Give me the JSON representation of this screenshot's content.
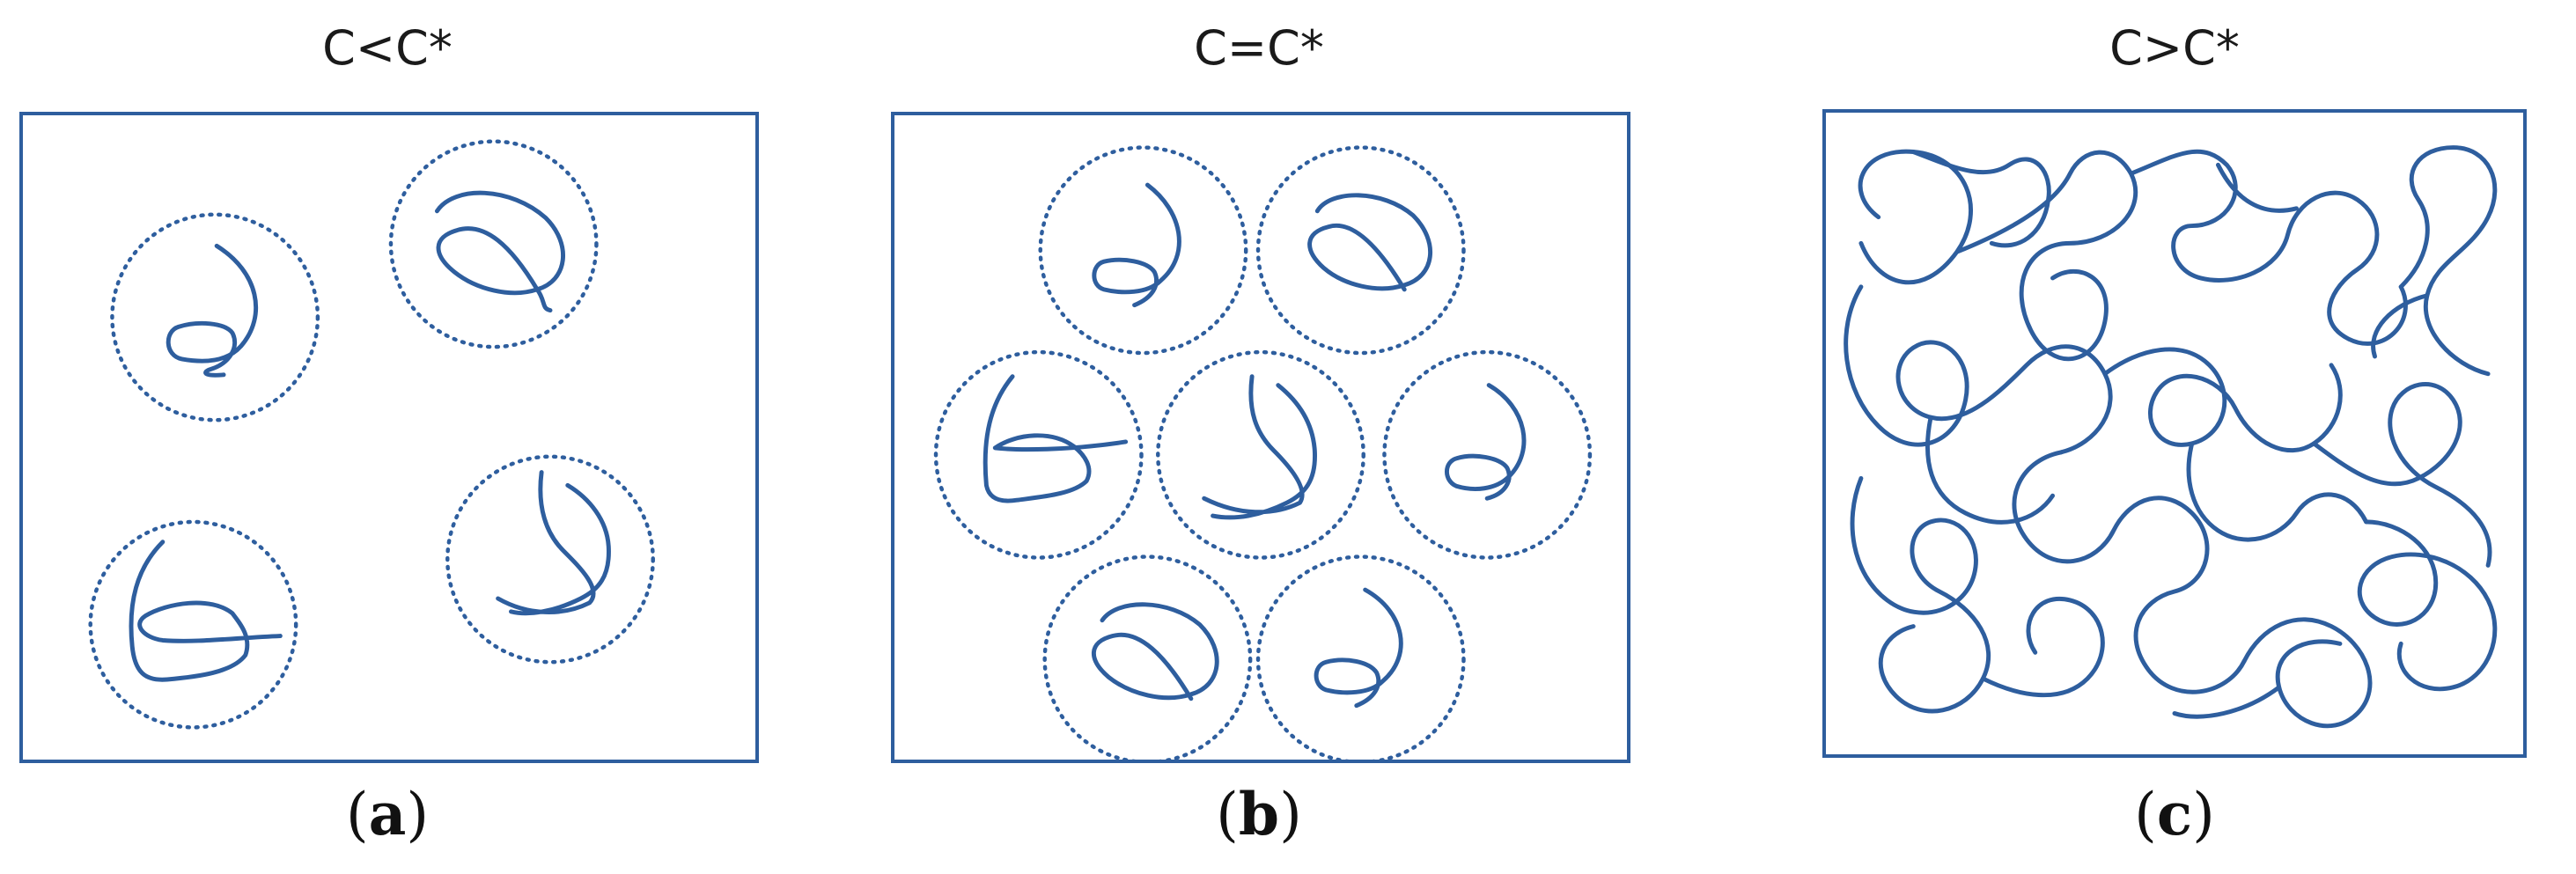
{
  "panels": [
    {
      "id": "a",
      "title": "C<C*",
      "caption": "a"
    },
    {
      "id": "b",
      "title": "C=C*",
      "caption": "b"
    },
    {
      "id": "c",
      "title": "C>C*",
      "caption": "c"
    }
  ],
  "colors": {
    "stroke": "#2e5e9e",
    "text": "#1a1a1a"
  }
}
